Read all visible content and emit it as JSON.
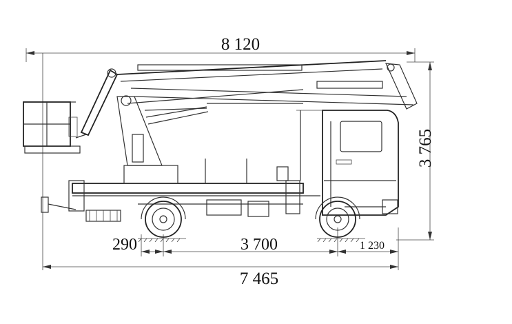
{
  "drawing": {
    "dimensions": {
      "overall_length": "8 120",
      "height": "3 765",
      "front_overhang": "290",
      "wheelbase": "3 700",
      "rear_overhang": "1 230",
      "chassis_length": "7 465"
    }
  }
}
